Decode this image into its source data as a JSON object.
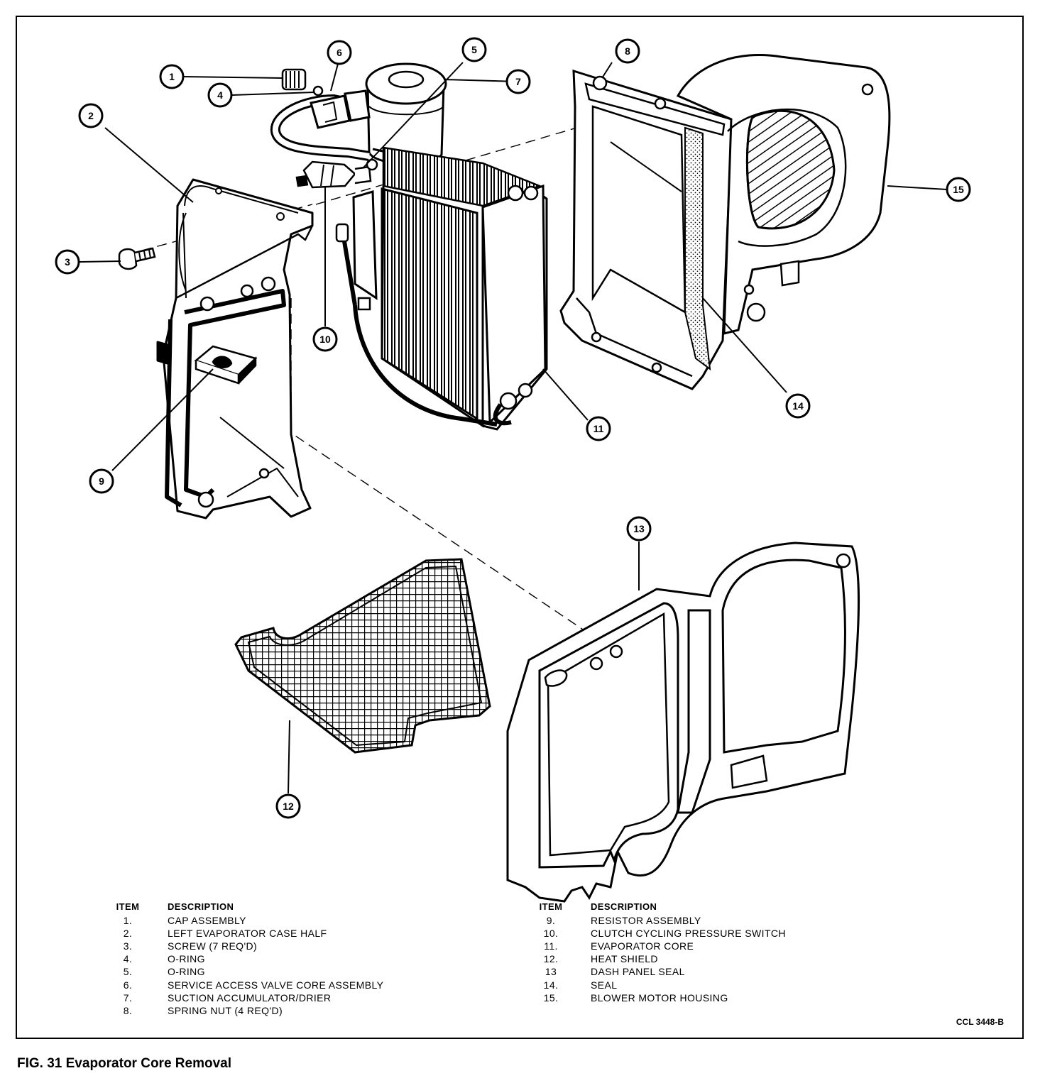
{
  "callouts": [
    "1",
    "2",
    "3",
    "4",
    "5",
    "6",
    "7",
    "8",
    "9",
    "10",
    "11",
    "12",
    "13",
    "14",
    "15"
  ],
  "legend_left": {
    "item_header": "ITEM",
    "desc_header": "DESCRIPTION",
    "rows": [
      {
        "item": "1.",
        "desc": "CAP ASSEMBLY"
      },
      {
        "item": "2.",
        "desc": "LEFT EVAPORATOR CASE HALF"
      },
      {
        "item": "3.",
        "desc": "SCREW (7 REQ'D)"
      },
      {
        "item": "4.",
        "desc": "O-RING"
      },
      {
        "item": "5.",
        "desc": "O-RING"
      },
      {
        "item": "6.",
        "desc": "SERVICE ACCESS VALVE CORE ASSEMBLY"
      },
      {
        "item": "7.",
        "desc": "SUCTION ACCUMULATOR/DRIER"
      },
      {
        "item": "8.",
        "desc": "SPRING NUT (4 REQ'D)"
      }
    ]
  },
  "legend_right": {
    "item_header": "ITEM",
    "desc_header": "DESCRIPTION",
    "rows": [
      {
        "item": "9.",
        "desc": "RESISTOR ASSEMBLY"
      },
      {
        "item": "10.",
        "desc": "CLUTCH CYCLING PRESSURE SWITCH"
      },
      {
        "item": "11.",
        "desc": "EVAPORATOR CORE"
      },
      {
        "item": "12.",
        "desc": "HEAT SHIELD"
      },
      {
        "item": "13",
        "desc": "DASH PANEL SEAL"
      },
      {
        "item": "14.",
        "desc": "SEAL"
      },
      {
        "item": "15.",
        "desc": "BLOWER MOTOR HOUSING"
      }
    ]
  },
  "drawing_code": "CCL 3448-B",
  "figure_caption": "FIG. 31 Evaporator Core Removal"
}
